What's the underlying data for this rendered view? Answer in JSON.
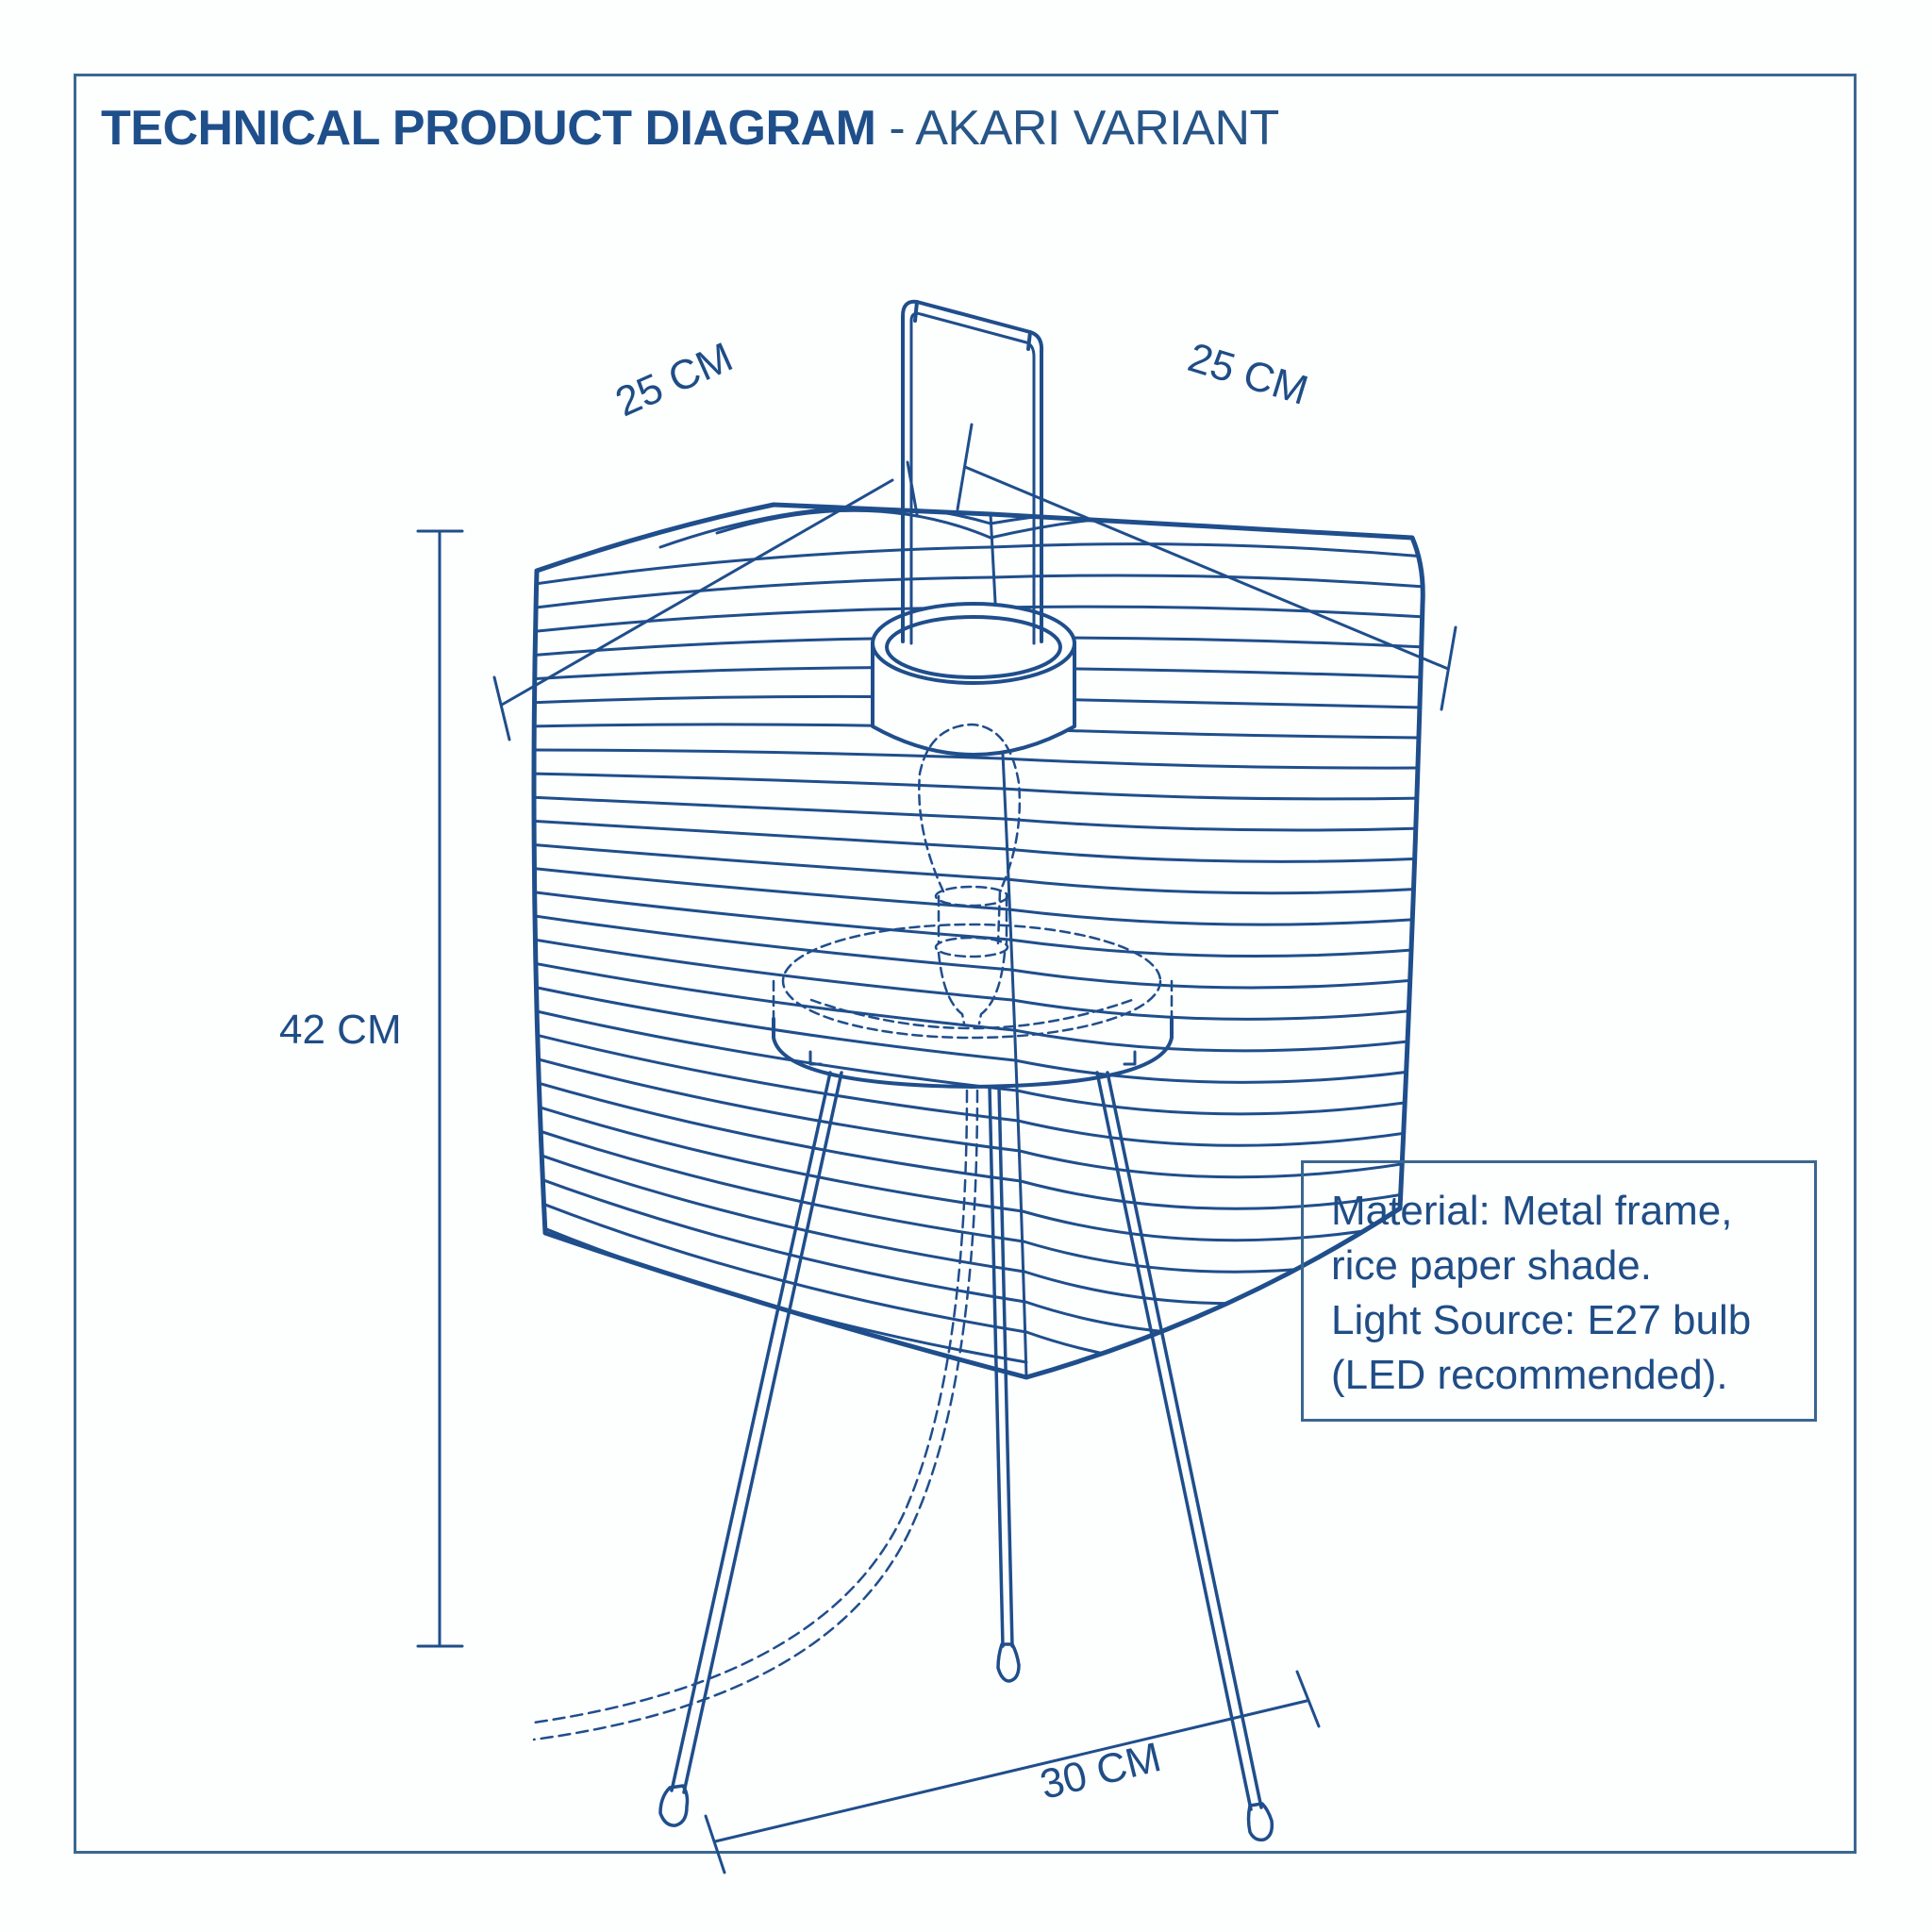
{
  "header": {
    "title_strong": "TECHNICAL PRODUCT DIAGRAM",
    "title_rest": " - AKARI VARIANT"
  },
  "dimensions": {
    "top_left_width": "25 CM",
    "top_right_depth": "25 CM",
    "height": "42 CM",
    "base_span": "30 CM"
  },
  "info_box": {
    "lines": [
      "Material: Metal frame,",
      "rice paper shade.",
      "Light Source: E27 bulb",
      "(LED recommended)."
    ]
  },
  "product": {
    "components": [
      "handle-icon",
      "collar",
      "paper-shade",
      "bulb-outline",
      "base-drum",
      "tripod-legs",
      "power-cord"
    ]
  },
  "colors": {
    "line": "#1f4e8c",
    "frame": "#3a6791",
    "background": "#fdfefe"
  }
}
